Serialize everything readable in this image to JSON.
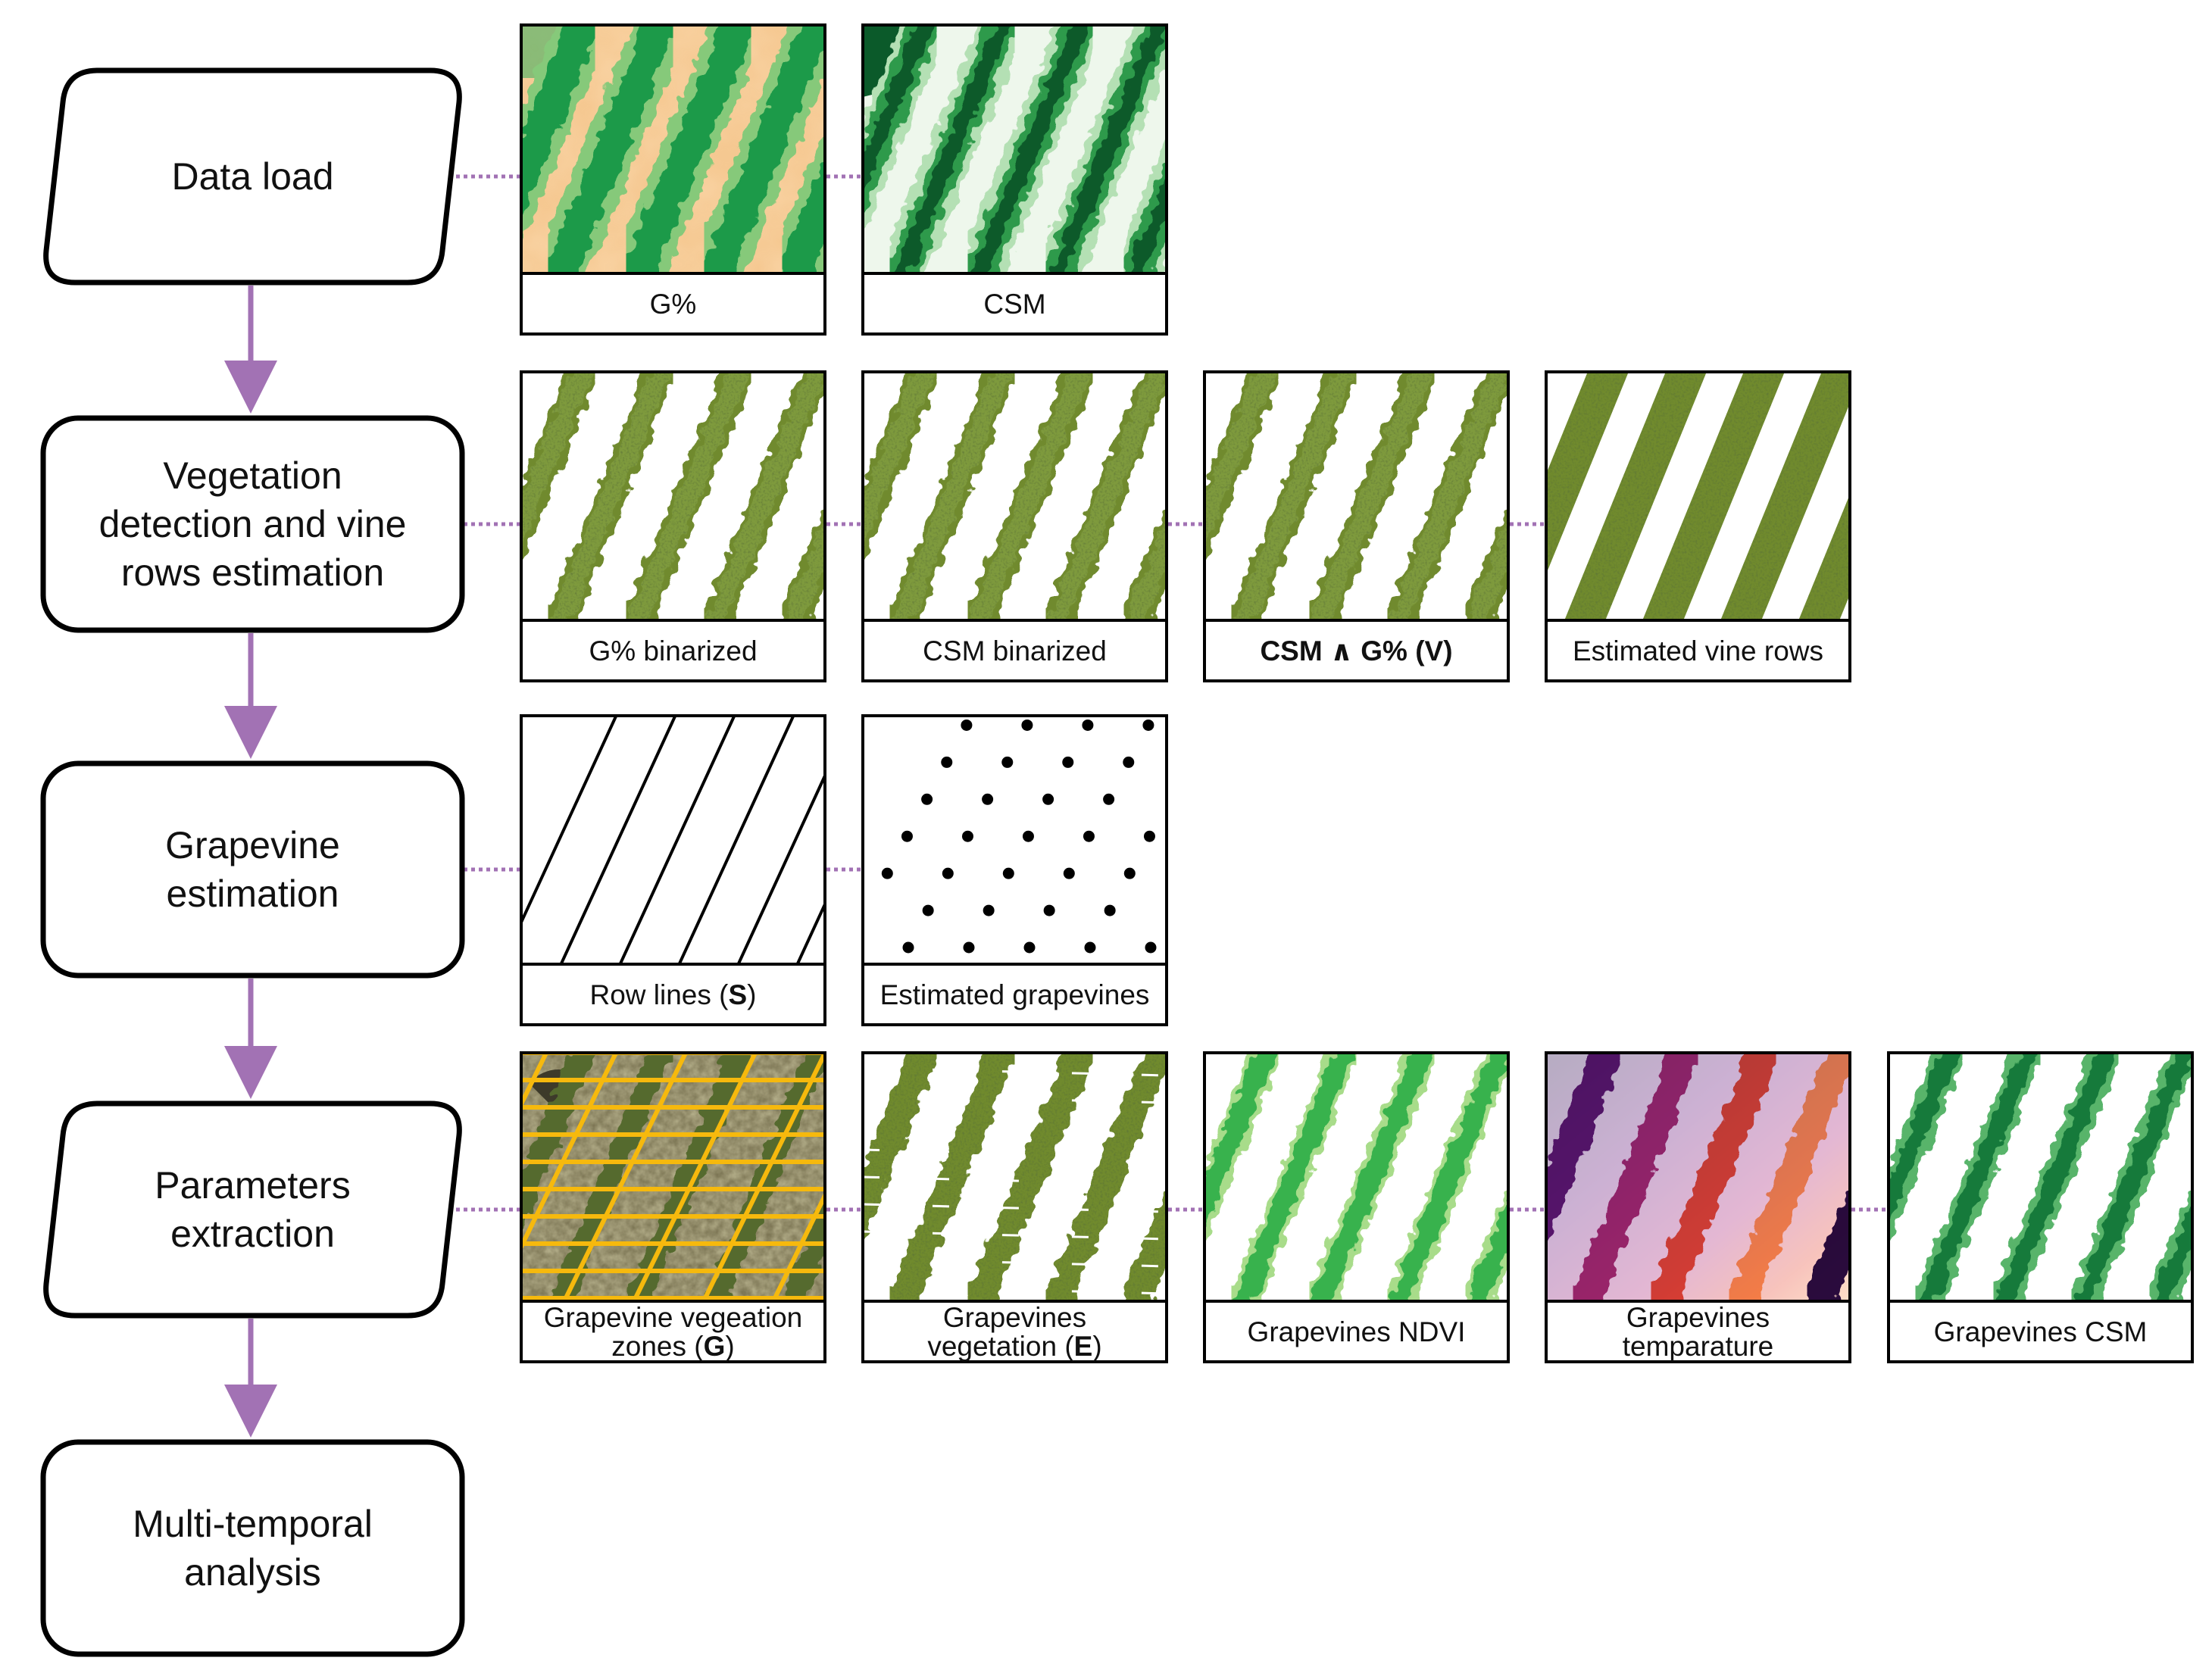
{
  "steps": [
    {
      "id": "data-load",
      "label": [
        "Data load"
      ],
      "shape": "parallelogram"
    },
    {
      "id": "vegetation-detection",
      "label": [
        "Vegetation",
        "detection and vine",
        "rows estimation"
      ],
      "shape": "rounded-rect"
    },
    {
      "id": "grapevine-estimation",
      "label": [
        "Grapevine",
        "estimation"
      ],
      "shape": "rounded-rect"
    },
    {
      "id": "parameters-extraction",
      "label": [
        "Parameters",
        "extraction"
      ],
      "shape": "parallelogram"
    },
    {
      "id": "multi-temporal-analysis",
      "label": [
        "Multi-temporal",
        "analysis"
      ],
      "shape": "rounded-rect"
    }
  ],
  "rows": [
    {
      "step": "data-load",
      "panels": [
        {
          "id": "g-percent",
          "caption": [
            [
              {
                "t": "G%"
              }
            ]
          ],
          "image": "orange-green-index-map"
        },
        {
          "id": "csm",
          "caption": [
            [
              {
                "t": "CSM"
              }
            ]
          ],
          "image": "green-height-map"
        }
      ]
    },
    {
      "step": "vegetation-detection",
      "panels": [
        {
          "id": "g-percent-binarized",
          "caption": [
            [
              {
                "t": "G% binarized"
              }
            ]
          ],
          "image": "binarized-vegetation-rows"
        },
        {
          "id": "csm-binarized",
          "caption": [
            [
              {
                "t": "CSM binarized"
              }
            ]
          ],
          "image": "binarized-vegetation-rows"
        },
        {
          "id": "csm-and-g-percent",
          "caption": [
            [
              {
                "t": "CSM ∧ G% (V)",
                "b": true
              }
            ]
          ],
          "image": "binarized-vegetation-rows"
        },
        {
          "id": "estimated-vine-rows",
          "caption": [
            [
              {
                "t": "Estimated vine rows"
              }
            ]
          ],
          "image": "straight-vegetation-rows"
        }
      ]
    },
    {
      "step": "grapevine-estimation",
      "panels": [
        {
          "id": "row-lines",
          "caption": [
            [
              {
                "t": "Row lines ("
              },
              {
                "t": "S",
                "b": true
              },
              {
                "t": ")"
              }
            ]
          ],
          "image": "diagonal-row-lines"
        },
        {
          "id": "estimated-grapevines",
          "caption": [
            [
              {
                "t": "Estimated grapevines"
              }
            ]
          ],
          "image": "grapevine-dot-grid"
        }
      ]
    },
    {
      "step": "parameters-extraction",
      "panels": [
        {
          "id": "grapevine-vegetation-zones",
          "caption": [
            [
              {
                "t": "Grapevine vegeation"
              }
            ],
            [
              {
                "t": "zones ("
              },
              {
                "t": "G",
                "b": true
              },
              {
                "t": ")"
              }
            ]
          ],
          "image": "aerial-photo-with-yellow-zone-grid"
        },
        {
          "id": "grapevines-vegetation",
          "caption": [
            [
              {
                "t": "Grapevines"
              }
            ],
            [
              {
                "t": "vegetation ("
              },
              {
                "t": "E",
                "b": true
              },
              {
                "t": ")"
              }
            ]
          ],
          "image": "segmented-vegetation-rows"
        },
        {
          "id": "grapevines-ndvi",
          "caption": [
            [
              {
                "t": "Grapevines NDVI"
              }
            ]
          ],
          "image": "green-ndvi-rows"
        },
        {
          "id": "grapevines-temperature",
          "caption": [
            [
              {
                "t": "Grapevines"
              }
            ],
            [
              {
                "t": "temparature"
              }
            ]
          ],
          "image": "magma-temperature-rows"
        },
        {
          "id": "grapevines-csm",
          "caption": [
            [
              {
                "t": "Grapevines CSM"
              }
            ]
          ],
          "image": "green-csm-rows"
        }
      ]
    }
  ],
  "colors": {
    "arrow": "#a272b4",
    "connector": "#a272b4",
    "outline": "#000000",
    "vegetation": "#6f8a2f",
    "vegetation_dark": "#3f5a1c",
    "index_background": "#f5c891",
    "index_green": "#1a9a48",
    "csm_dark": "#0b5a2a",
    "zone_grid": "#f6b90d",
    "ndvi": "#37b24d",
    "temperature": [
      "#2c0f4f",
      "#6b1d80",
      "#b0307f",
      "#e8523f",
      "#fca35f"
    ]
  }
}
